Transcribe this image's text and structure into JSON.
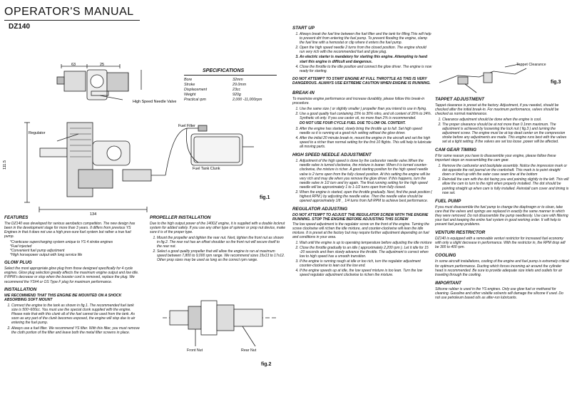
{
  "header": {
    "title": "OPERATOR'S MANUAL",
    "model": "DZ140"
  },
  "specs": {
    "title": "SPECIFICATIONS",
    "rows": [
      {
        "label": "Bore",
        "value": "32mm"
      },
      {
        "label": "Stroke",
        "value": "29.0mm"
      },
      {
        "label": "Displacement",
        "value": "23cc"
      },
      {
        "label": "Weight",
        "value": "920g"
      },
      {
        "label": "Practical rpm",
        "value": "2,000 -11,000rpm"
      }
    ]
  },
  "fig1": {
    "label": "fig.1",
    "dims": {
      "d63": "63",
      "d25": "25",
      "d1115": "111.5",
      "d134": "134"
    },
    "callouts": {
      "needle": "High Speed Needle Valve",
      "regulator": "Regulator",
      "fuel_filter": "Fuel Filter",
      "clunk": "Fuel Tank Clunk"
    }
  },
  "fig2": {
    "label": "fig.2",
    "front_nut": "Front Nut",
    "rear_nut": "Rear Nut"
  },
  "fig3": {
    "label": "fig.3",
    "tappet": "Tappet Clearance"
  },
  "features": {
    "title": "FEATURES",
    "body": "The DZ140 was developed for serious aerobatics competition. The new design has been in the development stage for more than 3 years. It differs from previous YS Engines in that it does not use a high pres-sure fuel system but rather a true fuel pump.",
    "bullets": [
      "*Crankcase supercharging system unique to YS 4 stroke engines",
      "*Fuel injected",
      "*Convenient fuel pump adjustment",
      "*High horsepower output with long service life"
    ]
  },
  "glow": {
    "title": "GLOW PLUG",
    "body": "Select the most appropriate glow plug from those designed specifically for 4 cycle engines. Glow plug selection greatly affects the maximum engine output and low idle. If RPM's decrease or stop when the booster cord is removed, replace the plug. We recommend the YS#4 or OS Type F plug for maximum performance."
  },
  "installation": {
    "title": "INSTALLATION",
    "warning": "WE RECOMMEND THAT THIS ENGINE BE MOUNTED ON A SHOCK ABSORBING SOFT MOUNT",
    "items": [
      "Connect the engine to the tank as shown in fig.1. The recommended fuel tank size is 500~600cc. You must use the special clunk supplied with the engine. Please note that with this clunk all of the fuel cannot be used from the tank. As soon as any part of the clunk becomes exposed, the engine will stop due to air entering the fuel pump.",
      "Always use a fuel filter. We recommend YS filter. With this filter, you must remove the cloth portion of the filter and leave both the metal filter screens in place."
    ]
  },
  "propeller": {
    "title": "PROPELLER INSTALLATION",
    "body": "Due to the high output power of the 140DZ engine, it is supplied with a double locknut system for added safety. If you use any other type of spinner or prop nut device, make sure it is of the proper type.",
    "items": [
      "Mount the propeller and tighten the rear nut. Next, tighten the front nut as shown in fig.2. The rear nut has an offset shoulder so the front nut will secure itself to the rear nut.",
      "Select a good quality propeller that will allow the engine to run at maximum speed between 7,800 to 9,000 rpm range. We recommend sizes 15x13 to 17x12. Other prop sizes may be used as long as the correct rpm range."
    ]
  },
  "start_up": {
    "title": "START UP",
    "items": [
      "Always break the fuel line between the fuel filter and the tank for filling.This will help to prevent dirt from entering the fuel pump. To prevent flooding the engine, clamp the fuel line with a hemostat or clip where it enters the fuel pump.",
      "Open the high speed needle 2 turns from the closed position. The engine should run very rich with the recommended fuel and glow plug.",
      "An electric starter is mandatory for starting this engine. Attempting to hand start this engine is difficult and dangerous.",
      "Close the throttle to the idle position and connect the glow driver. The engine is now ready for starting."
    ],
    "warning": "DO NOT ATTEMPT TO START ENGINE AT FULL THROTTLE AS THIS IS VERY DANGEROUS. ALWAYS USE EXTREME CAUTION WHEN ENGINE IS RUNNING."
  },
  "break_in": {
    "title": "BREAK-IN",
    "body": "To maximize engine performance and increase durability, please follow this break-in procedure.",
    "items": [
      "Use the same size ( or slightly smaller ) propeller than you intend to use in flying.",
      "Use a good quality fuel containing 15% to 30% nitro, and oil content of 20% to 24%. Synthetic oil only. If you use castor oil, no more than 2% is recommended.",
      "After the engine has started, slowly bring the throttle up to full. Set high speed needle so it is running at a good rich setting without the glow driver.",
      "After the initial 20 minute break-in, mount the engine in the aircraft and set the high speed to a richer than normal setting for the first 10 flights. This will help to lubricate all moving parts."
    ],
    "note": "DO NOT USE FOUR CYCLE FUEL DUE TO LOW OIL CONTENT."
  },
  "needle": {
    "title": "HIGH SPEED NEEDLE ADJUSTMENT",
    "items": [
      "Adjustment of the high speed is done by the carburetor needle valve.When the needle valve is turned clockwise, the mixture is leaner. When it is turned counter-clockwise, the mixture is richer. A good starting position for the high speed needle valve is 2 turns open from the fully closed position. At this setting the engine will be very rich and may die when you remove the glow driver. If this happens, turn the needle valve in 1/2 turn and try again. The final running setting for the high speed needle will be approximately 1 to 1-1/2 turns open from fully closed.",
      "When the engine is started, open the throttle gradually. Next, find the peak position ( highest RPM ) by adjusting the needle valve. Then the needle valve should be opened approximately 1/8 _ 1/4 turns from full RPM to achieve best performance."
    ]
  },
  "regulator": {
    "title": "REGULATOR ADJUSTING",
    "warning": "DO NOT ATTEMPT TO ADJUST THE REGULATOR SCREW WITH THE ENGINE RUNNING. STOP THE ENGINE BEFORE ADJUSTING THIS SCREW",
    "body": "The low speed adjustment is the regulator screw on the front of the engine. Turning the screw clockwise will richen the idle mixture, and counter-clockwise will lean the idle mixture. It is preset at the factory but may require further adjustment depending on fuel and conditions in your area.",
    "items": [
      "Wait until the engine is up to operating temperature before adjusting the idle mixture",
      "Close the throttle gradually to an idle ( approximately 2,200 rpm ). Let it idle for 15 -20 seconds and then slowly advance the throttle. The adjustment is correct when low to high speed has a smooth transition.",
      "If the engine is running rough at idle or too rich, turn the regulator adjustment counter-clockwise to lean out the low end.",
      "If the engine speeds up at idle, the low speed mixture is too lean. Turn the low speed regulator adjustment clockwise to richen the mixture."
    ]
  },
  "tappet": {
    "title": "TAPPET ADJUSTMENT",
    "body": "Tappet clearance is preset at the factory. Adjustment, if you needed, should be checked after the initial break-in. For maximum performance, valves should be checked as normal maintenance.",
    "items": [
      "Clearance adjustment should be done when the engine is cool.",
      "The proper clearance should be at not more than 0.1mm maximum. The adjustment is achieved by loosening the lock nut ( fig.3 ) and turning the adjustment screw. The engine must be at top dead center on the compression stroke before any adjustments are made. This engine runs best with the valves set at a tight setting. If the valves are set too loose ,power will be affected."
    ]
  },
  "cam": {
    "title": "CAM GEAR TIMING",
    "body": "If for some reason you have to disassemble your engine, please follow these important steps on reassembling the cam gear.",
    "items": [
      "Remove the carburetor and backplate assembly. Notice the impression mark or dot opposite the rod journal on the crankshaft. This mark is to point straight down or lined up with the outer case seam line at the bottom",
      "Reinstall the cam with the dot facing you and pointing slightly to the left. This will allow the cam to turn to the right when properly installed. The dot should be pointing straight up when cam is fully installed. Reinstall cam cover and timing is now set."
    ]
  },
  "fuel_pump": {
    "title": "FUEL PUMP",
    "body": "If you must disassemble the fuel pump to change the diaphragm or to clean, take care that the valves and springs are replaced in exactly the same manner in which they were removed. Do not disassemble the pump needlessly. Use care with filtering your fuel and keeping the entire fuel system in good working order. It will help to prevent fuel pump problems."
  },
  "venturi": {
    "title": "VENTURI RESTRICTOR",
    "body": "DZ140 is equipped with a removable venturi restrictor for increased fuel economy with only a slight decrease in performance. With the restrictor in, the RPM drop will be 300 to 400 rpm."
  },
  "cooling": {
    "title": "COOLING",
    "body": "In some aircraft installations, cooling of the engine and fuel pump is extremely critical for optimum performance. Ducting which forces incoming air around the cylinder head is recommended. Be sure to provide adequate size inlets and outlets for air traveling through the cowling."
  },
  "important": {
    "title": "IMPORTANT",
    "body": "Silicone rubber is used in the YS engines. Only use glow fuel or methanol for cleaning. Gasoline and other volatile solvents will damage the silicone if used. Do not use petroleum based oils as after-run lubricants."
  }
}
